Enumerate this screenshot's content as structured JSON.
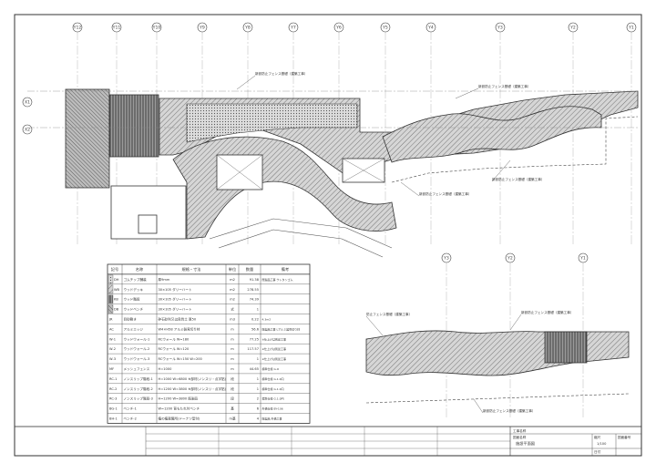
{
  "drawing": {
    "grid_labels_top": [
      "Y12",
      "Y11",
      "Y10",
      "Y9",
      "Y8",
      "Y7",
      "Y6",
      "Y5",
      "Y4",
      "Y3",
      "Y2",
      "Y1"
    ],
    "grid_labels_left": [
      "X1",
      "X2"
    ],
    "grid_labels_detail": [
      "Y3",
      "Y2",
      "Y1"
    ],
    "annotations": [
      "新設防止フェンス基礎（建築工事）",
      "新設防止フェンス基礎（建築工事）",
      "新設防止フェンス基礎（建築工事）",
      "新設防止フェンス基礎（建築工事）"
    ],
    "detail_annotations": [
      "防止フェンス基礎（建築工事）",
      "新設防止フェンス基礎（建築工事）",
      "新設防止フェンス基礎（建築工事）"
    ]
  },
  "legend": {
    "headers": [
      "記号",
      "名称",
      "規格・寸法",
      "単位",
      "数量",
      "備考"
    ],
    "rows": [
      {
        "code": "DH",
        "name": "ゴムチップ舗装",
        "spec": "厚9mm",
        "unit": "m2",
        "qty": "91.38",
        "note": "既製品工事 ウレタンゴム"
      },
      {
        "code": "WB",
        "name": "ウッドデッキ",
        "spec": "30×105 ダリーハート",
        "unit": "m2",
        "qty": "278.55",
        "note": ""
      },
      {
        "code": "KB",
        "name": "ウッド階段",
        "spec": "30×105 ダリーハート",
        "unit": "m2",
        "qty": "74.39",
        "note": ""
      },
      {
        "code": "DB",
        "name": "ウッドベンチ",
        "spec": "30×105 ダリーハート",
        "unit": "式",
        "qty": "1",
        "note": ""
      },
      {
        "code": "JR",
        "name": "目砂敷き",
        "spec": "砕石砂利又は良質土 厚50",
        "unit": "m3",
        "qty": "0.22",
        "note": "4.3m2"
      },
      {
        "code": "AC",
        "name": "アルミエッジ",
        "spec": "W4×H58 アルミ製見切り材",
        "unit": "m",
        "qty": "56.6",
        "note": "既製品工事 Lアルミ製見切り材"
      },
      {
        "code": "W-1",
        "name": "ウッドウォール-1",
        "spec": "RCウォール W=180",
        "unit": "m",
        "qty": "77.25",
        "note": "※仕上げは別途工事"
      },
      {
        "code": "W-2",
        "name": "ウッドウォール-2",
        "spec": "RCウォール W=120",
        "unit": "m",
        "qty": "117.57",
        "note": "※仕上げは別途工事"
      },
      {
        "code": "W-3",
        "name": "ウッドウォール-3",
        "spec": "RCウォール W=150 W=200",
        "unit": "m",
        "qty": "1",
        "note": "※仕上げは別途工事"
      },
      {
        "code": "MF",
        "name": "メッシュフェンス",
        "spec": "H=1000",
        "unit": "m",
        "qty": "44.65",
        "note": "標準仕様 G.O"
      },
      {
        "code": "RC-1",
        "name": "ノンスリップ階段-1",
        "spec": "H=1000 W=6800 ※部材(ノンスリ・点字貼)",
        "unit": "段",
        "qty": "1",
        "note": "標準仕様 G.1.0円"
      },
      {
        "code": "RC-2",
        "name": "ノンスリップ階段-2",
        "spec": "H=1200 W=3800 ※部材(ノンスリ・点字貼)",
        "unit": "段",
        "qty": "1",
        "note": "標準仕様 G.1.0円"
      },
      {
        "code": "RC-3",
        "name": "ノンスリップ階段-3",
        "spec": "H=1200 W=3800 既製品",
        "unit": "段",
        "qty": "2",
        "note": "標準仕様 G.1.0円"
      },
      {
        "code": "BG-1",
        "name": "ベンチ-1",
        "spec": "W=1200 背もたれ付ベンチ",
        "unit": "基",
        "qty": "6",
        "note": "外構仕様 BY-106"
      },
      {
        "code": "BH-1",
        "name": "ベンチ-2",
        "spec": "植の植栽箇所(ドーナツ型付)",
        "unit": "m基",
        "qty": "4",
        "note": "既製品 外構工事"
      }
    ]
  },
  "title_block": {
    "project_label": "工事名称",
    "drawing_label": "図面名称",
    "drawing_title": "施設平面図",
    "scale_label": "縮尺",
    "scale_value": "1/100",
    "number_label": "図面番号",
    "date_label": "日付"
  },
  "colors": {
    "line": "#333333",
    "hatch": "#555555",
    "paving": "#c8c8c8",
    "dark": "#888888"
  }
}
